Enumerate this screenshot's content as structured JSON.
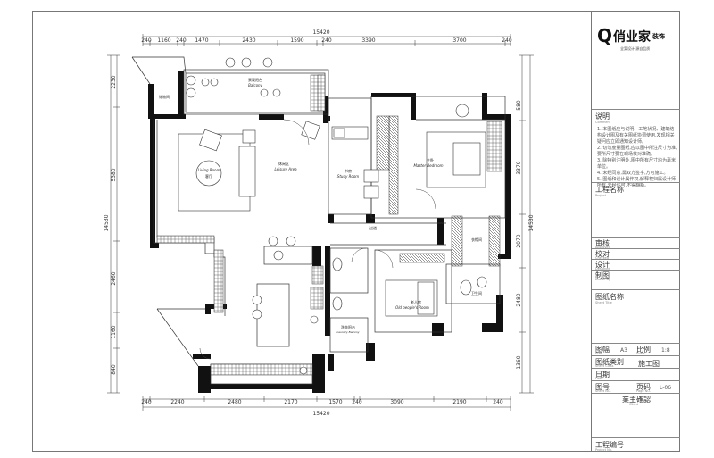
{
  "dims": {
    "total": "15420",
    "top": [
      "240",
      "1160",
      "240",
      "1470",
      "2430",
      "1590",
      "240",
      "3390",
      "3700",
      "240"
    ],
    "bottom": [
      "240",
      "2240",
      "2480",
      "2170",
      "1570",
      "240",
      "3090",
      "2190",
      "240"
    ],
    "left_total": "14530",
    "left": [
      "2230",
      "5380",
      "2460",
      "1160",
      "840"
    ],
    "right_total": "14530",
    "right": [
      "580",
      "3370",
      "2070",
      "2480",
      "1360"
    ]
  },
  "rooms": {
    "balcony_cn": "景观阳台",
    "balcony_en": "Balcony",
    "storage": "储物间",
    "living_cn": "客厅",
    "living_en": "Living Room",
    "leisure_cn": "休闲区",
    "leisure_en": "Leisure Area",
    "study_cn": "书房",
    "study_en": "Study Room",
    "master_cn": "主卧",
    "master_en": "Master Bedroom",
    "corridor": "过道",
    "cloak": "衣帽间",
    "second_cn": "老人房",
    "second_en": "Old people's Room",
    "bath": "卫生间",
    "laundry_cn": "洗衣阳台",
    "laundry_en": "Laundry Balcony"
  },
  "titleblock": {
    "logo_char": "Q",
    "brand": "俏业家",
    "brand_sub": "装饰",
    "slogan": "全案设计 源自品质",
    "notes_title": "说明",
    "notes_title_en": "Comment",
    "notes": [
      "1. 本图纸应与说明、工地状况、建筑结构设计图及有关图纸协调使用,发现相关疑问应立即通知设计师。",
      "2. 切勿度量图纸,应以图中所注尺寸为准,要所尺寸要在现场核对准确。",
      "3. 除特别注明外,图中所有尺寸均为毫米单位。",
      "4. 未经同意,需双方签字,方可施工。",
      "5. 图纸和设计属作权,解释权归属设计师所有,未经许可,不得翻新。"
    ],
    "project_label": "工程名称",
    "project_label_en": "Project",
    "review": "审核",
    "review_en": "Approved",
    "check": "校对",
    "check_en": "Checked",
    "design": "设计",
    "design_en": "Designed",
    "draft": "制图",
    "draft_en": "Drawn By",
    "drawing_name": "图纸名称",
    "drawing_name_en": "Sheet Title",
    "size": "图幅",
    "size_en": "Size",
    "size_val": "A3",
    "scale": "比例",
    "scale_en": "Scale",
    "scale_val": "1:8",
    "type": "图纸类別",
    "type_en": "Sheet Class",
    "type_val": "施工图",
    "date": "日期",
    "date_en": "Date",
    "number": "图号",
    "number_en": "Sheet NO.",
    "page": "页码",
    "page_en": "Page NO.",
    "page_val": "L-06",
    "confirm": "業主確認",
    "confirm_en": "Client",
    "proj_no": "工程编号",
    "proj_no_en": "Project No."
  }
}
